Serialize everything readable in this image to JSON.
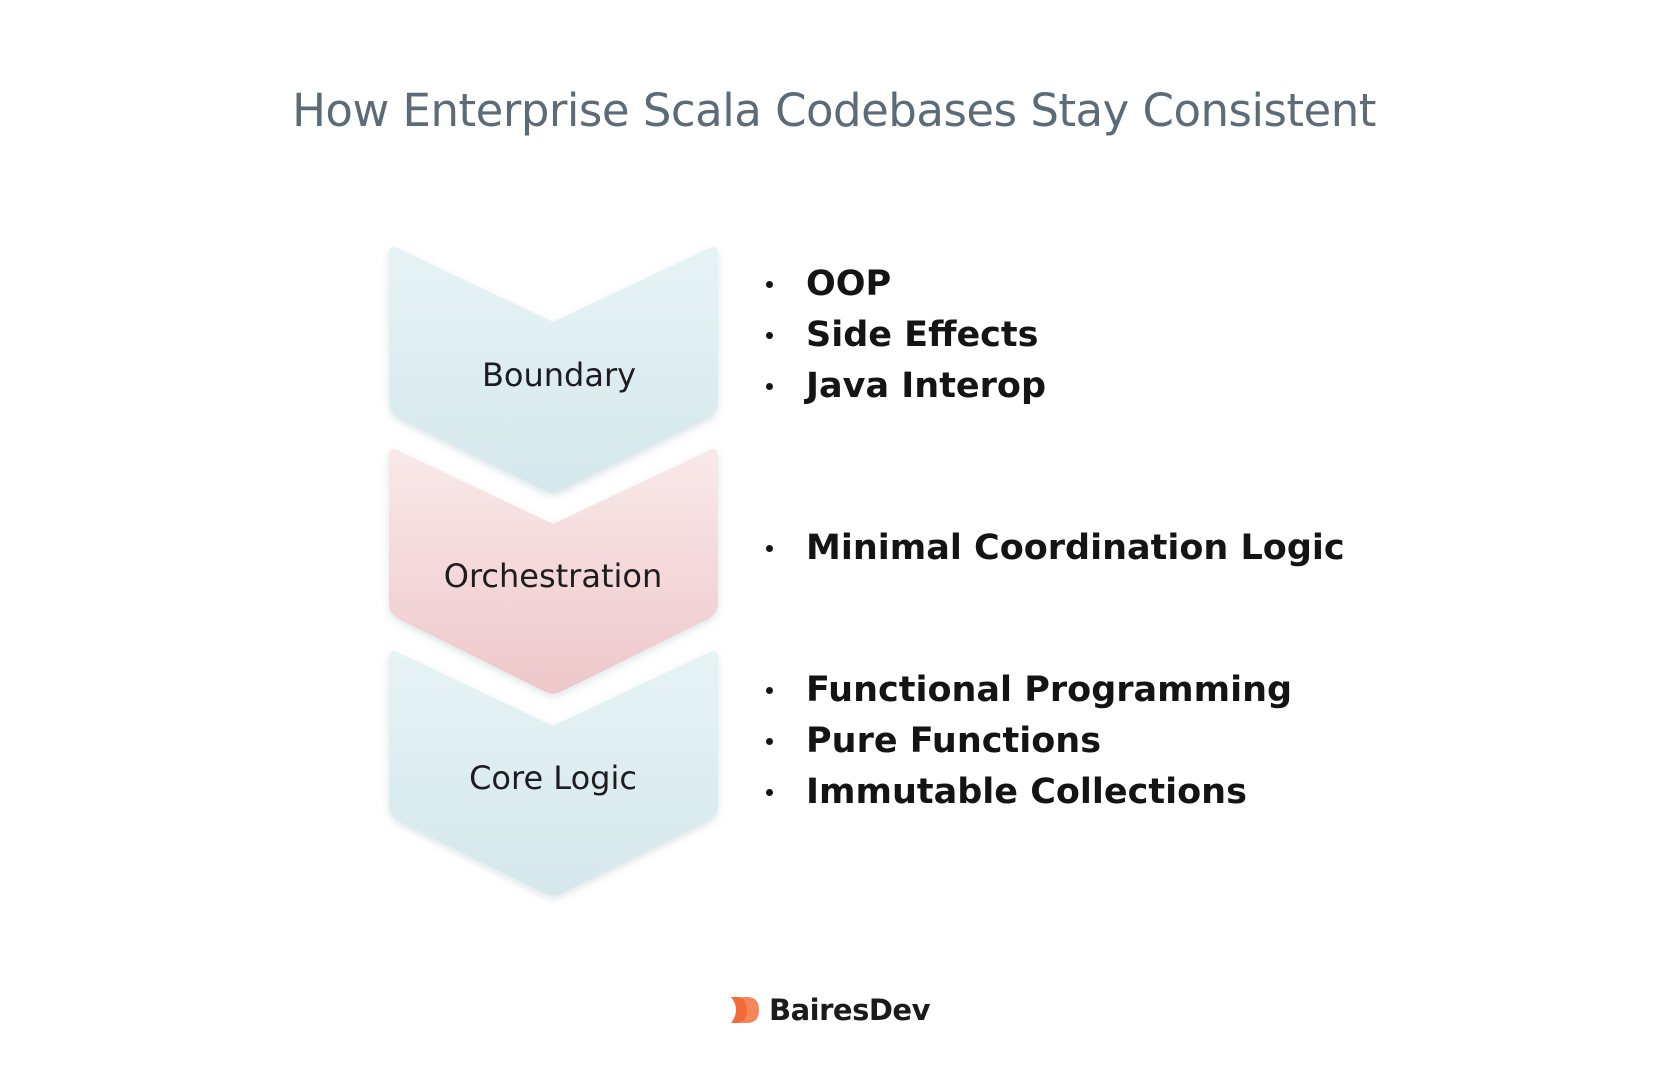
{
  "title": "How Enterprise Scala Codebases Stay Consistent",
  "stages": [
    {
      "label": "Boundary",
      "color": "#dcedef",
      "items": [
        "OOP",
        "Side Effects",
        "Java Interop"
      ]
    },
    {
      "label": "Orchestration",
      "color": "#f3d6d8",
      "items": [
        "Minimal Coordination Logic"
      ]
    },
    {
      "label": "Core Logic",
      "color": "#dcedef",
      "items": [
        "Functional Programming",
        "Pure Functions",
        "Immutable Collections"
      ]
    }
  ],
  "brand": {
    "name": "BairesDev",
    "logo_icon": "bairesdev-logo-icon",
    "accent": "#f26a36"
  }
}
